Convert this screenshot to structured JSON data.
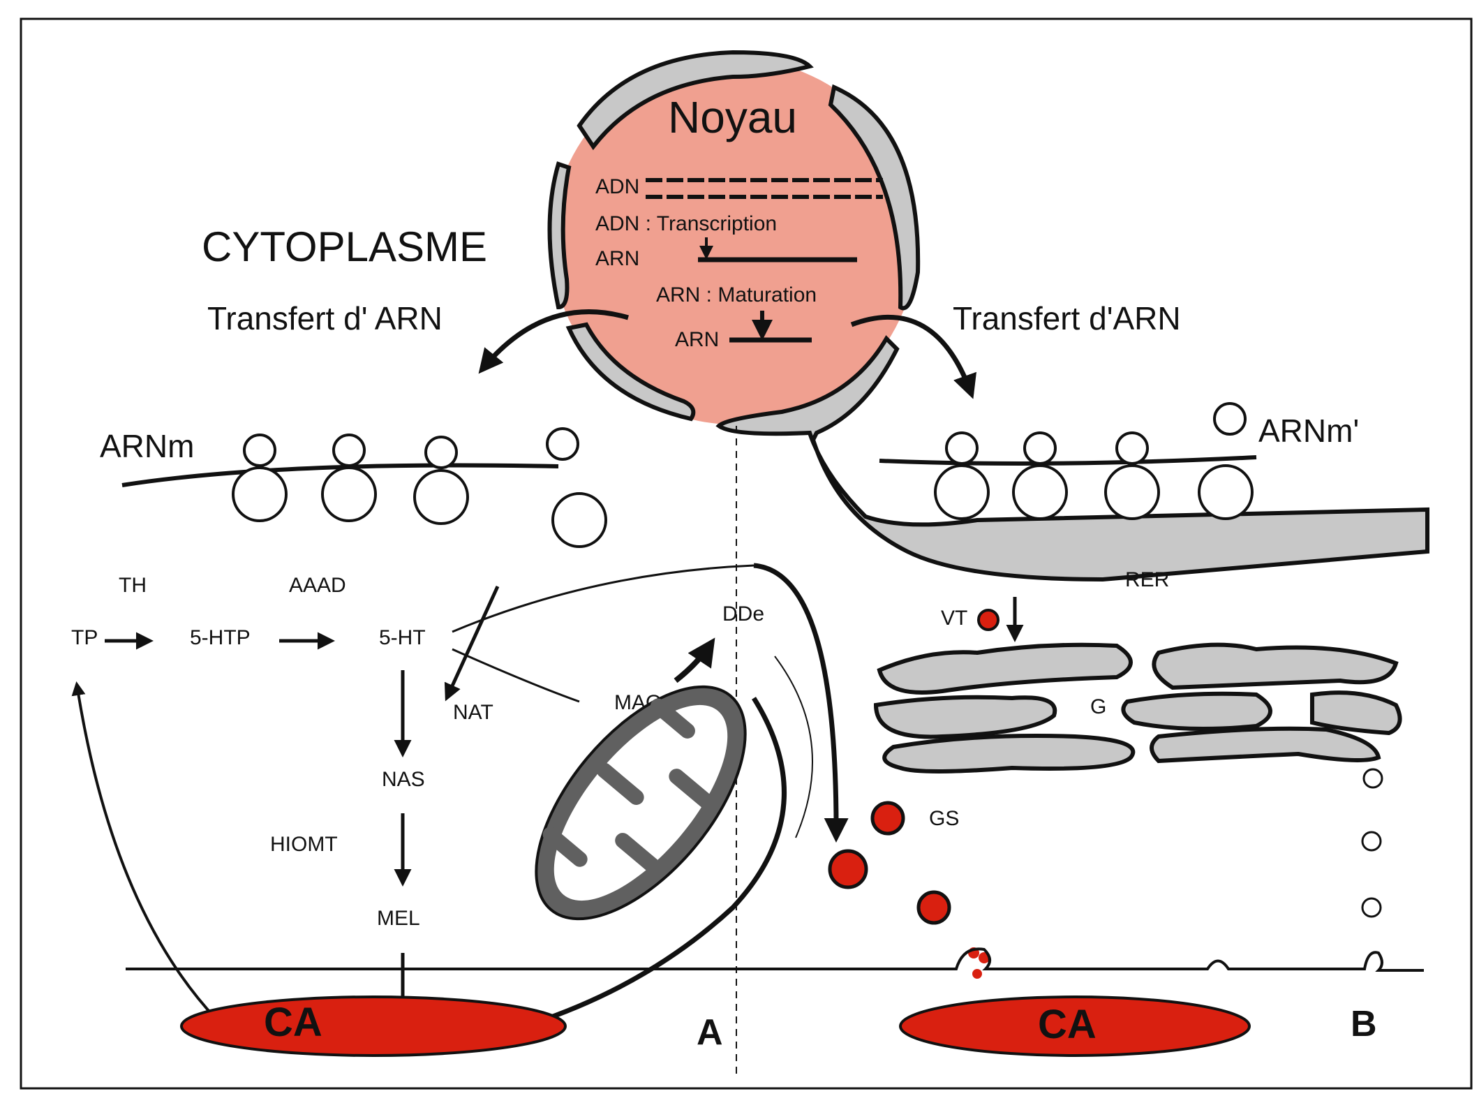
{
  "nucleus": {
    "title": "Noyau",
    "dna_label": "ADN",
    "transcription_label": "ADN : Transcription",
    "rna_label_1": "ARN",
    "maturation_label": "ARN : Maturation",
    "rna_label_2": "ARN"
  },
  "cytoplasm": {
    "title": "CYTOPLASME",
    "transfer_left": "Transfert d' ARN",
    "transfer_right": "Transfert d'ARN",
    "mrna_left": "ARNm",
    "mrna_right": "ARNm'"
  },
  "pathway_a": {
    "TH": "TH",
    "TP": "TP",
    "HTP": "5-HTP",
    "AAAD": "AAAD",
    "HT": "5-HT",
    "DDe": "DDe",
    "MAO": "MAO",
    "NAT": "NAT",
    "NAS": "NAS",
    "HIOMT": "HIOMT",
    "MEL": "MEL",
    "CA": "CA",
    "panel": "A"
  },
  "pathway_b": {
    "RER": "RER",
    "VT": "VT",
    "G": "G",
    "GS": "GS",
    "CA": "CA",
    "panel": "B"
  },
  "colors": {
    "nucleus": "#f0a090",
    "membrane": "#c8c8c8",
    "secretion_red": "#d92010",
    "mitochondria": "#606060"
  }
}
